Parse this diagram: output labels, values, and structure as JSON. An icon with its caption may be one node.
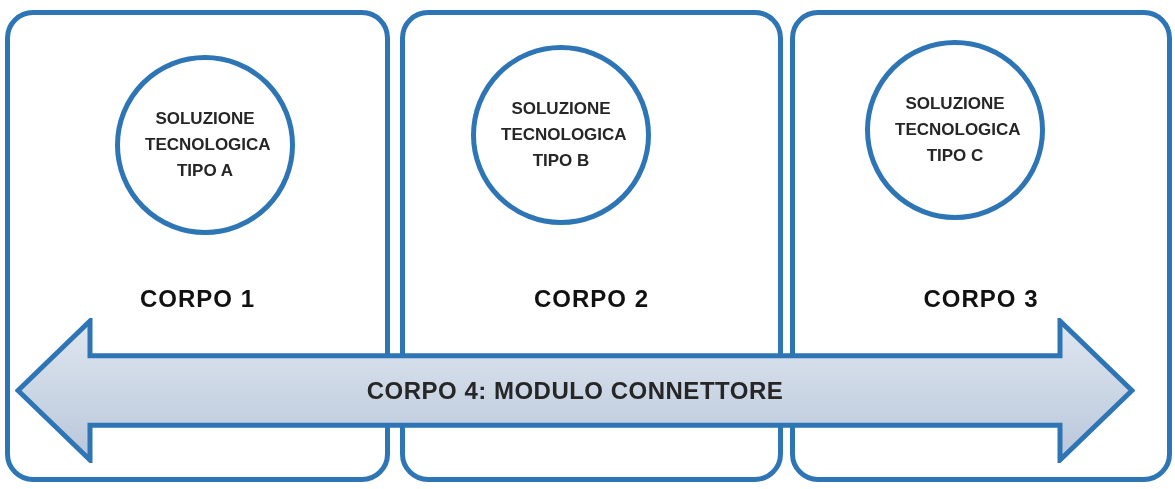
{
  "diagram": {
    "nodes": [
      {
        "text": [
          "CORPO 1"
        ]
      },
      {
        "text": [
          "SOLUZIONE TECNOLOGICA TIPO A"
        ],
        "in": 0
      },
      {
        "text": [
          "CORPO 2"
        ]
      },
      {
        "text": [
          "SOLUZIONE TECNOLOGICA TIPO B"
        ],
        "in": 2
      },
      {
        "text": [
          "CORPO 3"
        ]
      },
      {
        "text": [
          "SOLUZIONE TECNOLOGICA TIPO C"
        ],
        "in": 4
      },
      {
        "text": [
          "CORPO 4: MODULO CONNETTORE"
        ]
      }
    ]
  }
}
